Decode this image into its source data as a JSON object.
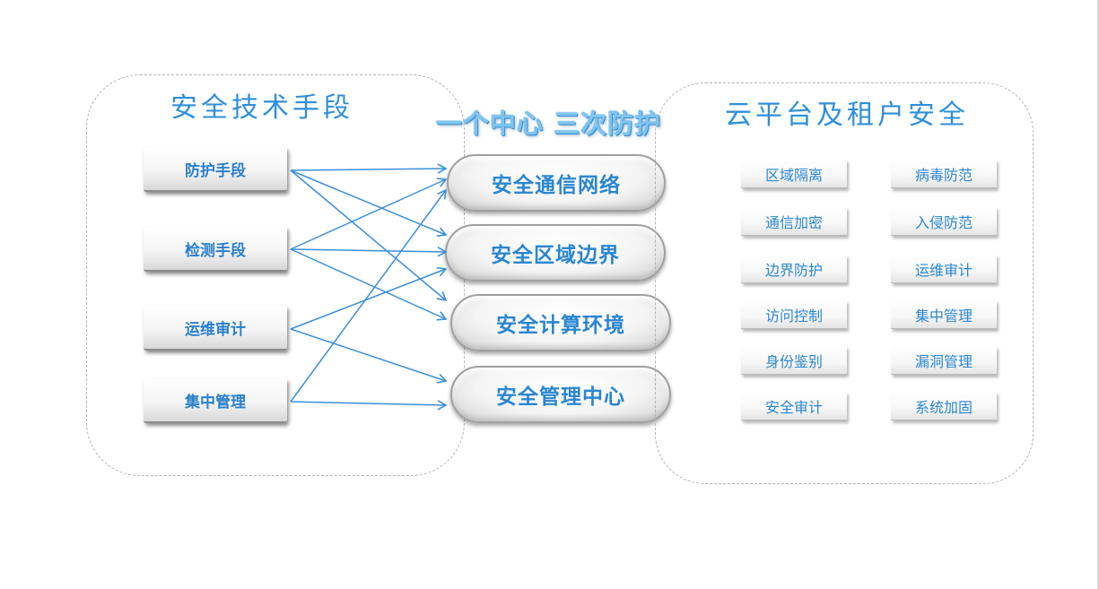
{
  "left_group": {
    "title": "安全技术手段",
    "items": [
      {
        "label": "防护手段"
      },
      {
        "label": "检测手段"
      },
      {
        "label": "运维审计"
      },
      {
        "label": "集中管理"
      }
    ]
  },
  "center": {
    "title": "一个中心 三次防护",
    "items": [
      {
        "label": "安全通信网络"
      },
      {
        "label": "安全区域边界"
      },
      {
        "label": "安全计算环境"
      },
      {
        "label": "安全管理中心"
      }
    ]
  },
  "right_group": {
    "title": "云平台及租户安全",
    "items": [
      {
        "label": "区域隔离"
      },
      {
        "label": "病毒防范"
      },
      {
        "label": "通信加密"
      },
      {
        "label": "入侵防范"
      },
      {
        "label": "边界防护"
      },
      {
        "label": "运维审计"
      },
      {
        "label": "访问控制"
      },
      {
        "label": "集中管理"
      },
      {
        "label": "身份鉴别"
      },
      {
        "label": "漏洞管理"
      },
      {
        "label": "安全审计"
      },
      {
        "label": "系统加固"
      }
    ]
  },
  "connections": [
    {
      "from": 0,
      "to": 0
    },
    {
      "from": 0,
      "to": 1
    },
    {
      "from": 0,
      "to": 2
    },
    {
      "from": 1,
      "to": 0
    },
    {
      "from": 1,
      "to": 1
    },
    {
      "from": 1,
      "to": 2
    },
    {
      "from": 2,
      "to": 1
    },
    {
      "from": 2,
      "to": 3
    },
    {
      "from": 3,
      "to": 0
    },
    {
      "from": 3,
      "to": 3
    }
  ],
  "colors": {
    "accent": "#2a86d0",
    "arrow": "#3b8fd9"
  }
}
